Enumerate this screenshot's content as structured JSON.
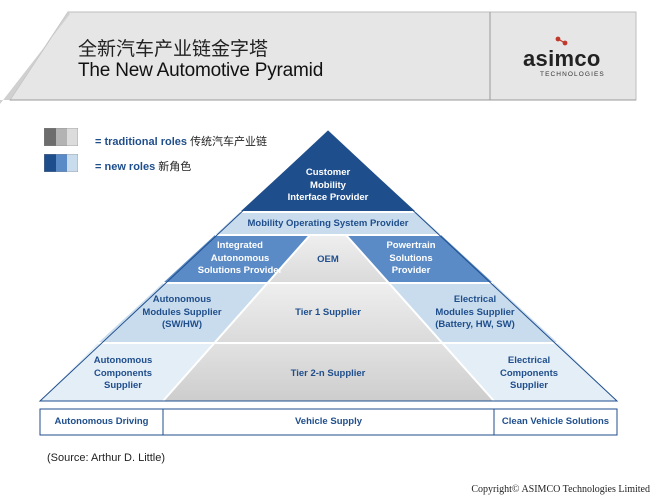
{
  "header": {
    "title_cn": "全新汽车产业链金字塔",
    "title_en": "The New Automotive Pyramid",
    "logo_name": "asimco",
    "logo_sub": "TECHNOLOGIES"
  },
  "legend": {
    "traditional_label": "= traditional roles",
    "traditional_cn": "传统汽车产业链",
    "new_label": "= new roles",
    "new_cn": "新角色"
  },
  "pyramid": {
    "apex": "Customer\nMobility\nInterface Provider",
    "mobility_os": "Mobility Operating System Provider",
    "integrated_autonomous": "Integrated\nAutonomous\nSolutions Provider",
    "oem": "OEM",
    "powertrain": "Powertrain\nSolutions\nProvider",
    "autonomous_modules": "Autonomous\nModules Supplier\n(SW/HW)",
    "tier1": "Tier 1 Supplier",
    "electrical_modules": "Electrical\nModules Supplier\n(Battery, HW, SW)",
    "autonomous_components": "Autonomous\nComponents\nSupplier",
    "tier2n": "Tier 2-n Supplier",
    "electrical_components": "Electrical\nComponents\nSupplier"
  },
  "base_bar": {
    "left": "Autonomous Driving",
    "center": "Vehicle Supply",
    "right": "Clean Vehicle Solutions"
  },
  "source": "(Source: Arthur D. Little)",
  "copyright": "Copyright© ASIMCO Technologies Limited",
  "colors": {
    "dark_blue": "#1f4e8c",
    "mid_blue": "#5b8bc6",
    "light_blue": "#c9dced",
    "grey_light": "#e8e8e8",
    "grey_mid": "#d8d8d8"
  }
}
